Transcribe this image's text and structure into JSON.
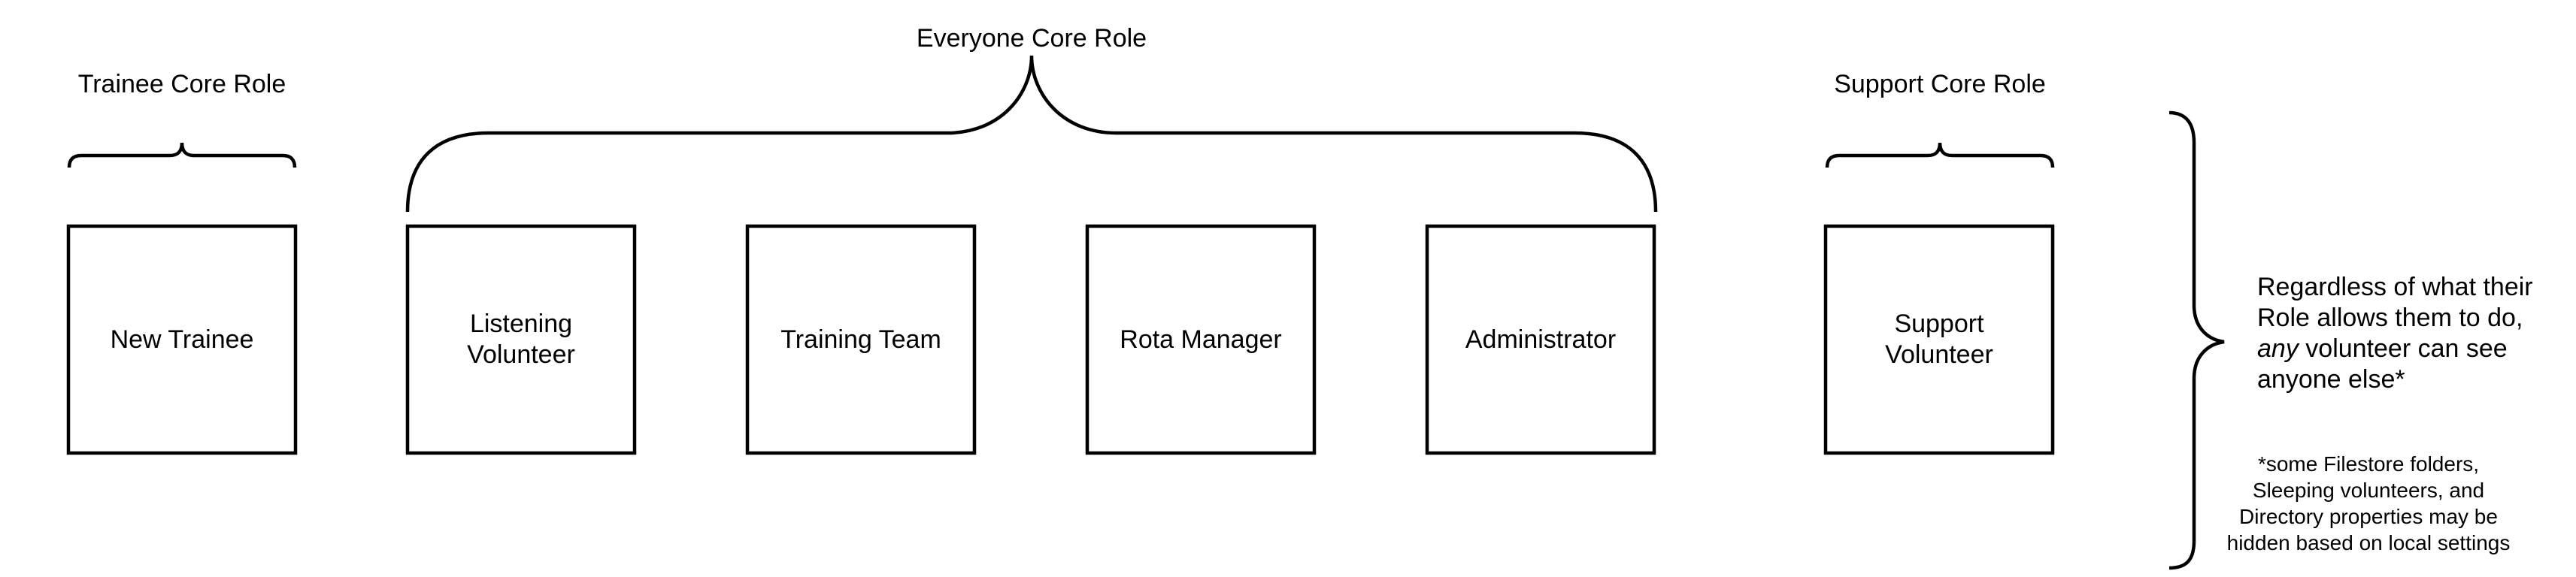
{
  "groups": {
    "trainee": "Trainee Core Role",
    "everyone": "Everyone Core Role",
    "support": "Support Core Role"
  },
  "roles": [
    {
      "id": "new-trainee",
      "label": "New Trainee"
    },
    {
      "id": "listening-volunteer",
      "label": "Listening\nVolunteer"
    },
    {
      "id": "training-team",
      "label": "Training Team"
    },
    {
      "id": "rota-manager",
      "label": "Rota Manager"
    },
    {
      "id": "administrator",
      "label": "Administrator"
    },
    {
      "id": "support-volunteer",
      "label": "Support\nVolunteer"
    }
  ],
  "note": {
    "line_before_em": "Regardless of what their Role allows them to do,",
    "em_word": "any",
    "line_after_em": "volunteer can see anyone else*"
  },
  "footnote": "*some Filestore folders, Sleeping volunteers, and Directory properties may be hidden based on local settings",
  "colors": {
    "stroke": "#000000",
    "background": "#ffffff"
  }
}
